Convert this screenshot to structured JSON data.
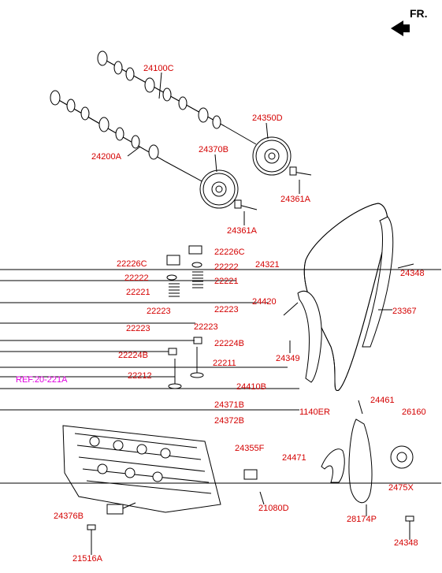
{
  "orientation": {
    "label": "FR."
  },
  "labels": {
    "l24100C": "24100C",
    "l24200A": "24200A",
    "l24350D": "24350D",
    "l24370B": "24370B",
    "l24361A_a": "24361A",
    "l24361A_b": "24361A",
    "l22226C_a": "22226C",
    "l22226C_b": "22226C",
    "l22222_a": "22222",
    "l22222_b": "22222",
    "l24321": "24321",
    "l24348": "24348",
    "l22221_a": "22221",
    "l22221_b": "22221",
    "l22223_a": "22223",
    "l22223_b": "22223",
    "l24420": "24420",
    "l23367": "23367",
    "l22223_c": "22223",
    "l22223_d": "22223",
    "l22224B_a": "22224B",
    "l22224B_b": "22224B",
    "l24349": "24349",
    "l22212": "22212",
    "l22211": "22211",
    "l24410B": "24410B",
    "lref": "REF.20-221A",
    "l24371B": "24371B",
    "l24372B": "24372B",
    "l1140ER": "1140ER",
    "l24461": "24461",
    "l26160": "26160",
    "l24355F": "24355F",
    "l24471": "24471",
    "l2475X": "2475X",
    "l21080D": "21080D",
    "l24376B": "24376B",
    "l28174P": "28174P",
    "l24348B": "24348",
    "l21516A": "21516A"
  }
}
